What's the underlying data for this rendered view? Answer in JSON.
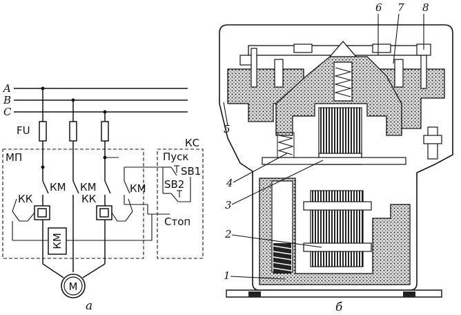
{
  "schematic": {
    "phases": [
      "A",
      "B",
      "C"
    ],
    "fuse": "FU",
    "starter": "МП",
    "contactor": "КМ",
    "relay": "КК",
    "station": "КС",
    "start_label": "Пуск",
    "start_button": "SB1",
    "stop_button": "SB2",
    "stop_label": "Стоп",
    "motor": "M",
    "caption": "а"
  },
  "section": {
    "callouts": [
      "1",
      "2",
      "3",
      "4",
      "5",
      "6",
      "7",
      "8"
    ],
    "caption": "б"
  }
}
